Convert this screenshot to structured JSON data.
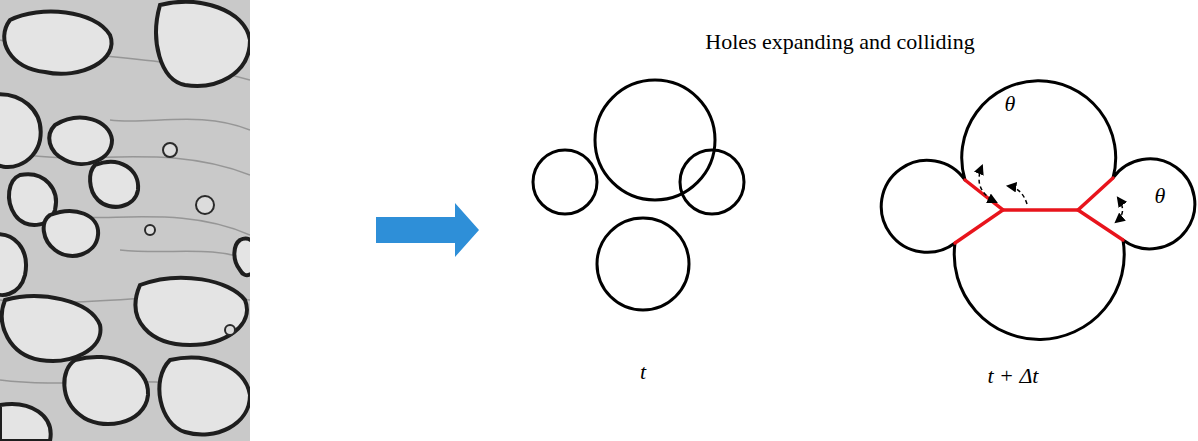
{
  "diagram": {
    "title": "Holes expanding and colliding",
    "labels": [
      "t",
      "t + Δt",
      "θ",
      "θ"
    ]
  }
}
